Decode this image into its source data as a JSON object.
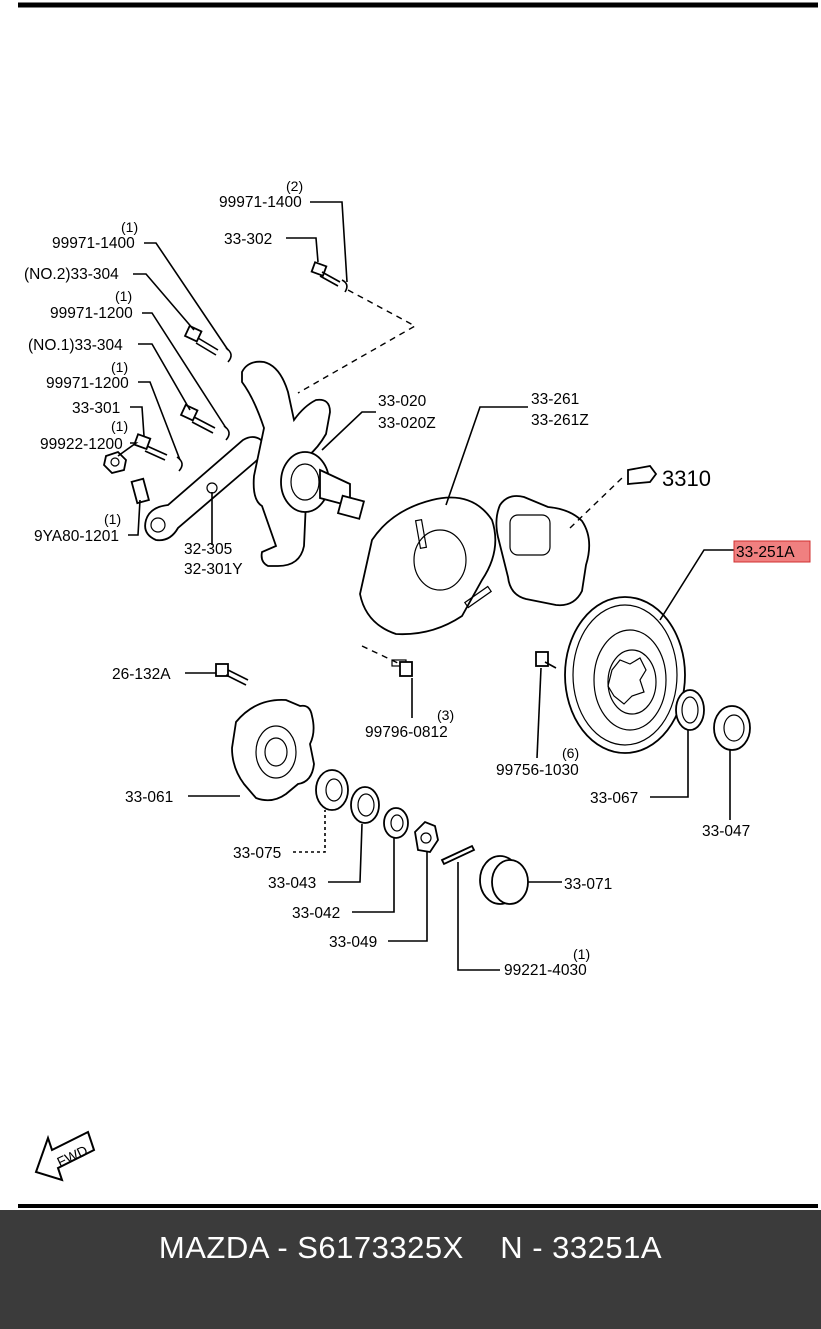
{
  "labels": {
    "q_99971_1400_top": "(2)",
    "p_99971_1400_top": "99971-1400",
    "p_33_302": "33-302",
    "q_99971_1400": "(1)",
    "p_99971_1400": "99971-1400",
    "p_no2_33_304": "(NO.2)33-304",
    "q_99971_1200_a": "(1)",
    "p_99971_1200_a": "99971-1200",
    "p_no1_33_304": "(NO.1)33-304",
    "q_99971_1200_b": "(1)",
    "p_99971_1200_b": "99971-1200",
    "p_33_301": "33-301",
    "q_99922_1200": "(1)",
    "p_99922_1200": "99922-1200",
    "q_9ya80_1201": "(1)",
    "p_9ya80_1201": "9YA80-1201",
    "p_32_305": "32-305",
    "p_32_301y": "32-301Y",
    "p_33_020": "33-020",
    "p_33_020z": "33-020Z",
    "p_33_261": "33-261",
    "p_33_261z": "33-261Z",
    "p_3310": "3310",
    "p_33_251a": "33-251A",
    "p_26_132a": "26-132A",
    "q_99796_0812": "(3)",
    "p_99796_0812": "99796-0812",
    "q_99756_1030": "(6)",
    "p_99756_1030": "99756-1030",
    "p_33_061": "33-061",
    "p_33_067": "33-067",
    "p_33_047": "33-047",
    "p_33_075": "33-075",
    "p_33_043": "33-043",
    "p_33_071": "33-071",
    "p_33_042": "33-042",
    "p_33_049": "33-049",
    "q_99221_4030": "(1)",
    "p_99221_4030": "99221-4030",
    "fwd": "FWD"
  },
  "highlight_color": "#f08080",
  "footer": {
    "text": "MAZDA - S6173325X    N - 33251A"
  }
}
